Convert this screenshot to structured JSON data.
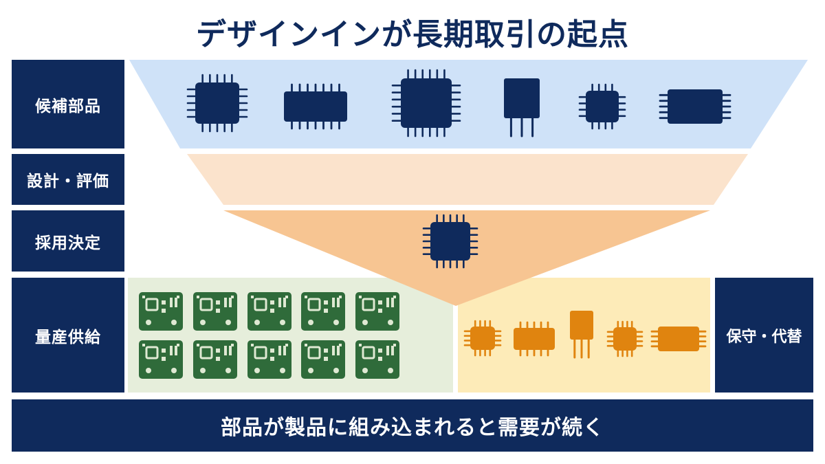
{
  "title": "デザインインが長期取引の起点",
  "stages": [
    {
      "label": "候補部品"
    },
    {
      "label": "設計・評価"
    },
    {
      "label": "採用決定"
    },
    {
      "label": "量産供給"
    }
  ],
  "side_label": "保守・代替",
  "bottom_banner": "部品が製品に組み込まれると需要が続く",
  "colors": {
    "navy": "#0f2a5c",
    "candidate_band": "#cfe2f8",
    "evaluation_band": "#fbe3cc",
    "decision_band": "#f7c592",
    "supply_panel": "#e6eedb",
    "board_green": "#2f6b3a",
    "maintenance_panel": "#fdebb8",
    "replacement_orange": "#e0840f"
  },
  "icons": {
    "candidate_parts": [
      "chip-icon",
      "chip-icon",
      "chip-icon",
      "transistor-icon",
      "chip-icon",
      "chip-icon"
    ],
    "selected_part": "chip-icon",
    "production_boards": [
      "circuit-board-icon",
      "circuit-board-icon",
      "circuit-board-icon",
      "circuit-board-icon",
      "circuit-board-icon",
      "circuit-board-icon",
      "circuit-board-icon",
      "circuit-board-icon",
      "circuit-board-icon",
      "circuit-board-icon"
    ],
    "replacement_parts": [
      "chip-icon",
      "chip-icon",
      "transistor-icon",
      "chip-icon",
      "chip-icon"
    ]
  }
}
